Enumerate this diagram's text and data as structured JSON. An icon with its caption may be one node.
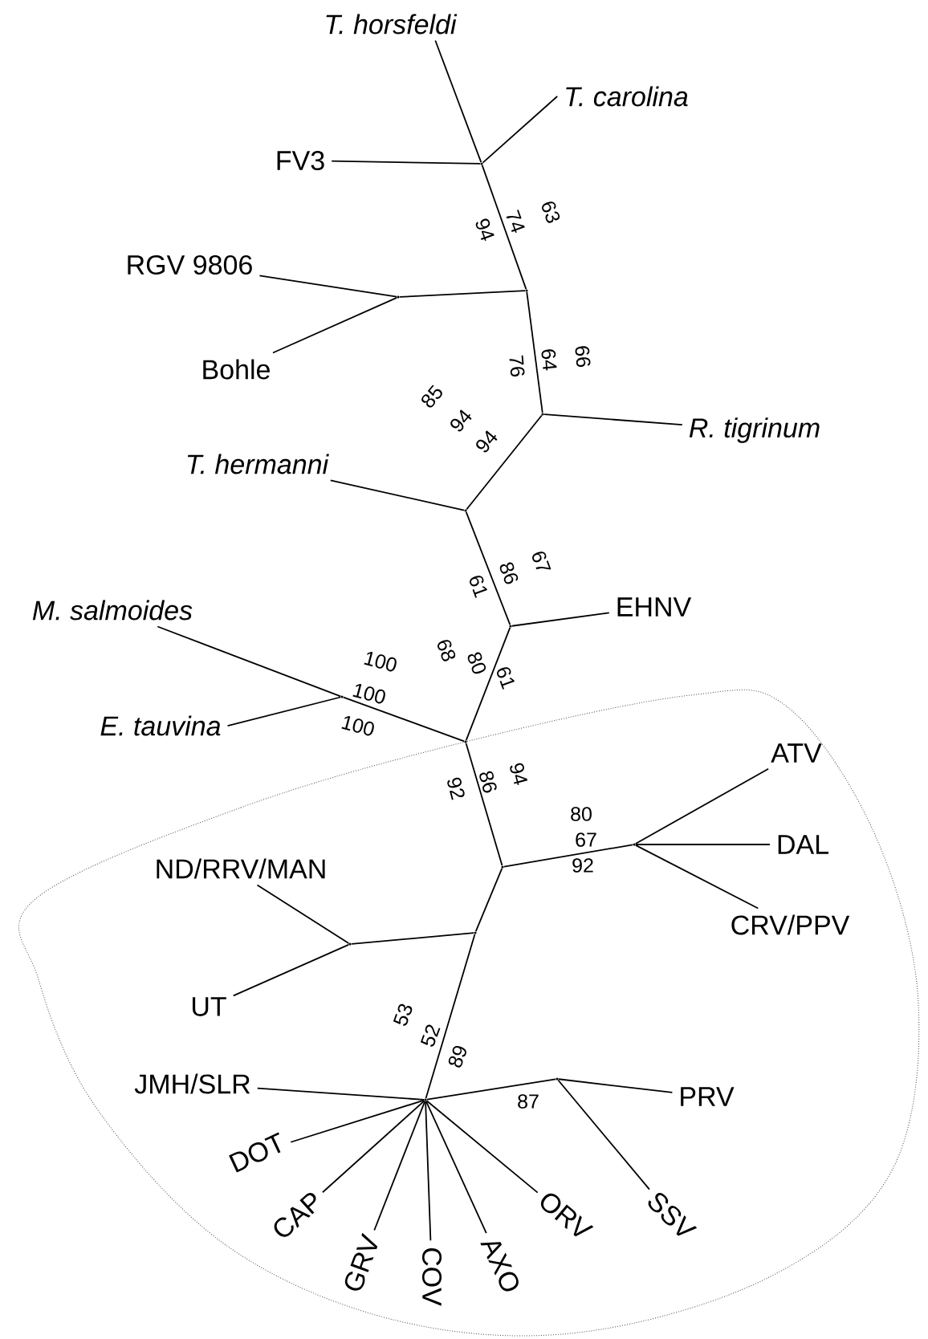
{
  "diagram": {
    "nodes": [
      {
        "text": [
          "T. horsfeldi"
        ]
      },
      {
        "text": [
          "T. carolina"
        ]
      },
      {
        "text": [
          "FV3"
        ]
      },
      {
        "text": [],
        "shape": "point"
      },
      {
        "text": [
          "RGV 9806"
        ]
      },
      {
        "text": [],
        "shape": "point"
      },
      {
        "text": [],
        "shape": "point"
      },
      {
        "text": [
          "Bohle"
        ]
      },
      {
        "text": [],
        "shape": "point"
      },
      {
        "text": [
          "R. tigrinum"
        ]
      },
      {
        "text": [
          "T. hermanni"
        ]
      },
      {
        "text": [],
        "shape": "point"
      },
      {
        "text": [],
        "shape": "point"
      },
      {
        "text": [
          "EHNV"
        ]
      },
      {
        "text": [
          "M. salmoides"
        ]
      },
      {
        "text": [],
        "shape": "point"
      },
      {
        "text": [],
        "shape": "point"
      },
      {
        "text": [
          "E. tauvina"
        ]
      },
      {
        "text": [
          "ATV"
        ]
      },
      {
        "text": [],
        "shape": "point"
      },
      {
        "text": [
          "DAL"
        ]
      },
      {
        "text": [],
        "shape": "point"
      },
      {
        "text": [
          "ND/RRV/MAN"
        ]
      },
      {
        "text": [],
        "shape": "point"
      },
      {
        "text": [
          "CRV/PPV"
        ]
      },
      {
        "text": [],
        "shape": "point"
      },
      {
        "text": [
          "UT"
        ]
      },
      {
        "text": [],
        "shape": "point"
      },
      {
        "text": [],
        "shape": "point"
      },
      {
        "text": [
          "JMH/SLR"
        ]
      },
      {
        "text": [
          "PRV"
        ]
      },
      {
        "text": [
          "DOT"
        ]
      },
      {
        "text": [
          "CAP"
        ]
      },
      {
        "text": [
          "GRV"
        ]
      },
      {
        "text": [
          "COV"
        ]
      },
      {
        "text": [
          "AXO"
        ]
      },
      {
        "text": [
          "ORV"
        ]
      },
      {
        "text": [
          "SSV"
        ]
      }
    ],
    "edges": [
      {
        "from": 3,
        "to": 0,
        "arrow": "none"
      },
      {
        "from": 3,
        "to": 1,
        "arrow": "none"
      },
      {
        "from": 3,
        "to": 2,
        "arrow": "none"
      },
      {
        "from": 3,
        "to": 6,
        "arrow": "none"
      },
      {
        "from": 6,
        "to": 5,
        "arrow": "none"
      },
      {
        "from": 5,
        "to": 4,
        "arrow": "none"
      },
      {
        "from": 5,
        "to": 7,
        "arrow": "none"
      },
      {
        "from": 6,
        "to": 8,
        "arrow": "none"
      },
      {
        "from": 8,
        "to": 9,
        "arrow": "none"
      },
      {
        "from": 8,
        "to": 11,
        "arrow": "none"
      },
      {
        "from": 11,
        "to": 10,
        "arrow": "none"
      },
      {
        "from": 11,
        "to": 12,
        "arrow": "none"
      },
      {
        "from": 12,
        "to": 13,
        "arrow": "none"
      },
      {
        "from": 12,
        "to": 16,
        "arrow": "none"
      },
      {
        "from": 16,
        "to": 15,
        "arrow": "none"
      },
      {
        "from": 15,
        "to": 14,
        "arrow": "none"
      },
      {
        "from": 15,
        "to": 17,
        "arrow": "none"
      },
      {
        "from": 16,
        "to": 21,
        "arrow": "none"
      },
      {
        "from": 21,
        "to": 19,
        "arrow": "none"
      },
      {
        "from": 19,
        "to": 18,
        "arrow": "none"
      },
      {
        "from": 19,
        "to": 20,
        "arrow": "none"
      },
      {
        "from": 19,
        "to": 24,
        "arrow": "none"
      },
      {
        "from": 21,
        "to": 23,
        "arrow": "none"
      },
      {
        "from": 23,
        "to": 25,
        "arrow": "none"
      },
      {
        "from": 25,
        "to": 22,
        "arrow": "none"
      },
      {
        "from": 25,
        "to": 26,
        "arrow": "none"
      },
      {
        "from": 23,
        "to": 27,
        "arrow": "none"
      },
      {
        "from": 27,
        "to": 29,
        "arrow": "none"
      },
      {
        "from": 27,
        "to": 31,
        "arrow": "none"
      },
      {
        "from": 27,
        "to": 32,
        "arrow": "none"
      },
      {
        "from": 27,
        "to": 33,
        "arrow": "none"
      },
      {
        "from": 27,
        "to": 34,
        "arrow": "none"
      },
      {
        "from": 27,
        "to": 35,
        "arrow": "none"
      },
      {
        "from": 27,
        "to": 36,
        "arrow": "none"
      },
      {
        "from": 27,
        "to": 28,
        "arrow": "none"
      },
      {
        "from": 28,
        "to": 30,
        "arrow": "none"
      },
      {
        "from": 28,
        "to": 37,
        "arrow": "none"
      }
    ],
    "labels": [
      "63",
      "74",
      "94",
      "66",
      "64",
      "76",
      "85",
      "94",
      "94",
      "67",
      "86",
      "61",
      "68",
      "80",
      "61",
      "100",
      "100",
      "100",
      "94",
      "86",
      "92",
      "80",
      "67",
      "92",
      "53",
      "52",
      "89",
      "87"
    ]
  }
}
